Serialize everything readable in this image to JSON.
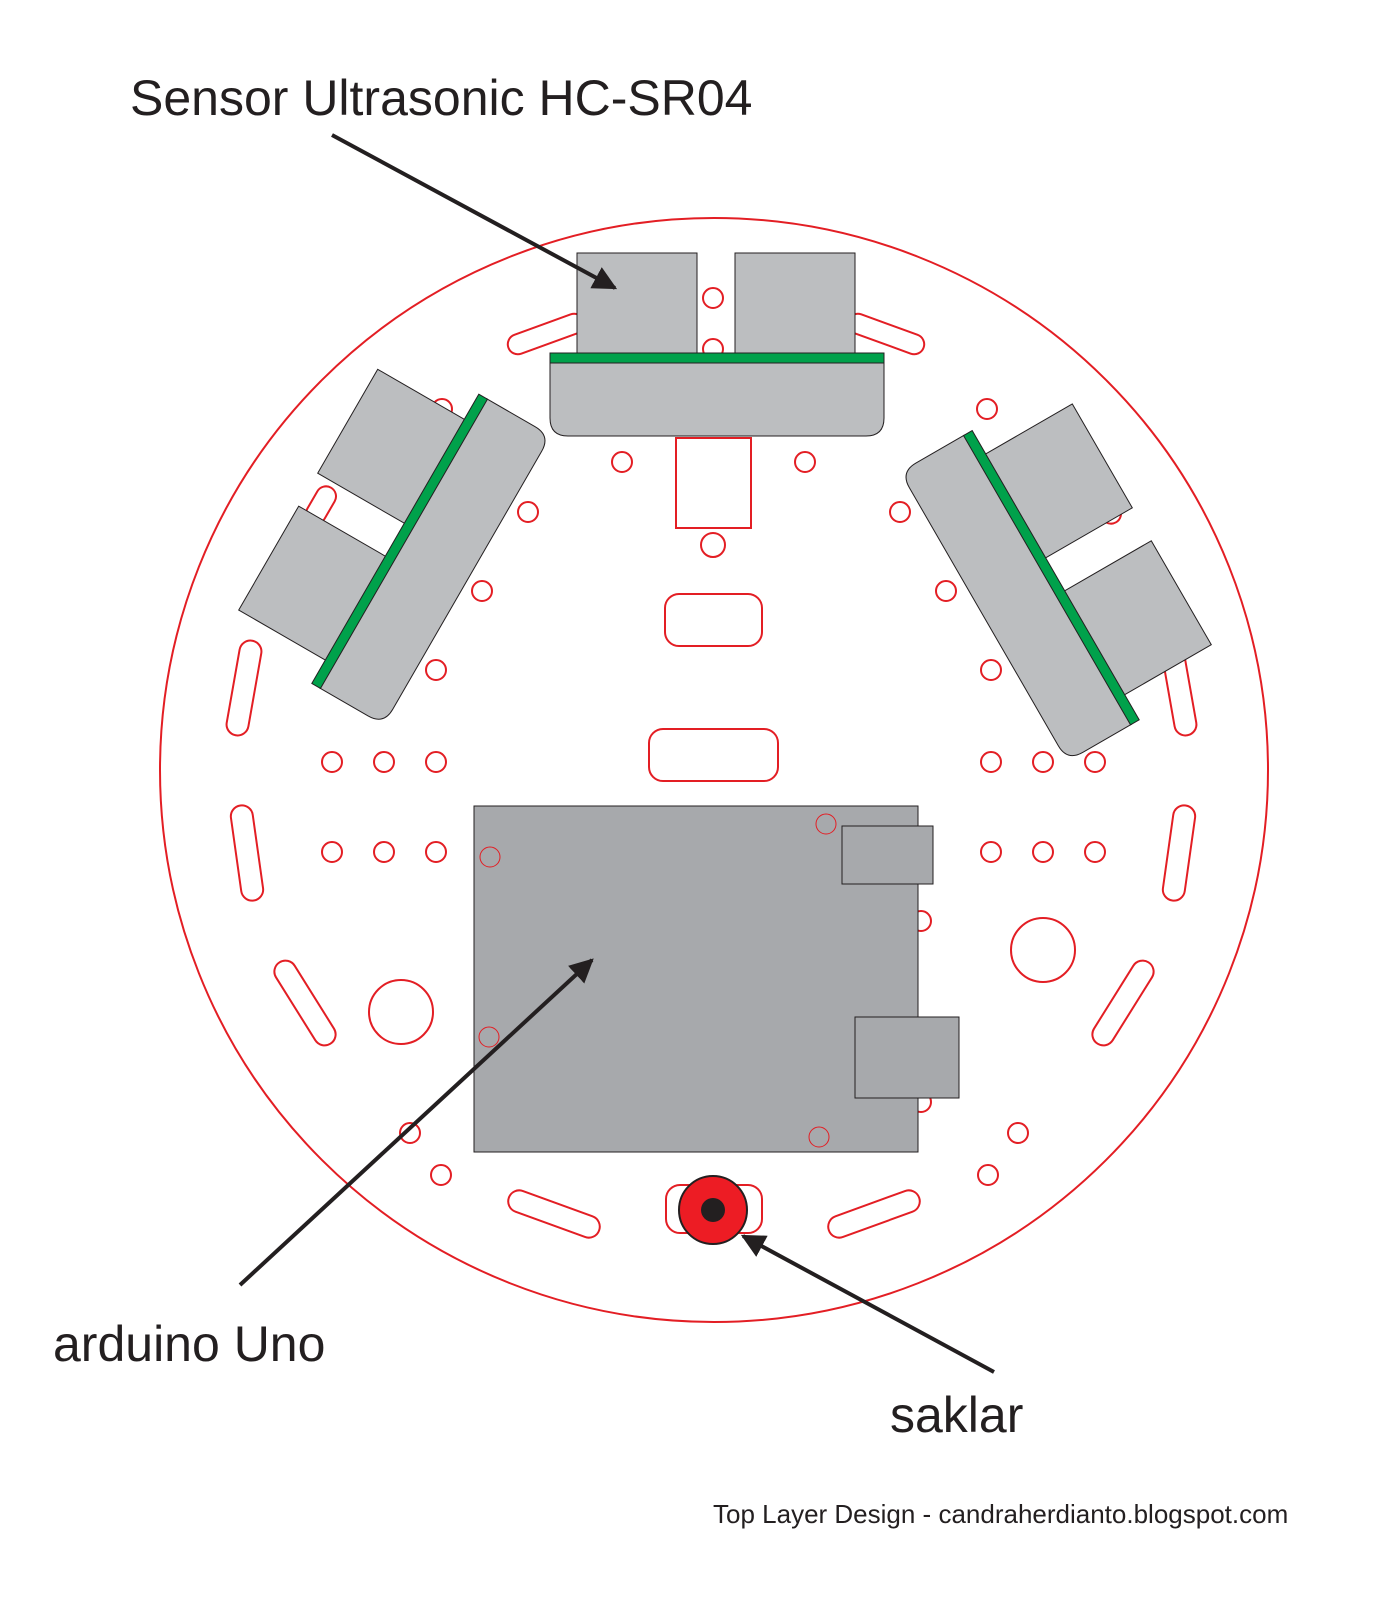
{
  "labels": {
    "sensor": "Sensor Ultrasonic HC-SR04",
    "arduino": "arduino Uno",
    "switch": "saklar",
    "footer": "Top Layer Design - candraherdianto.blogspot.com"
  },
  "colors": {
    "outline": "#e31e24",
    "module_gray": "#bcbec0",
    "board_gray": "#a7a9ac",
    "pcb_green": "#00a14b",
    "arrow": "#231f20",
    "switch_red": "#ed1c24"
  }
}
